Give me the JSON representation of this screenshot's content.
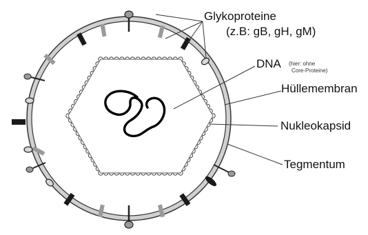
{
  "labels": {
    "glycoproteins": "Glykoproteine",
    "glycoproteins_examples": "(z.B: gB, gH, gM)",
    "dna": "DNA",
    "dna_note_line1": "(hier: ohne",
    "dna_note_line2": "Core-Proteine)",
    "envelope": "Hüllemembran",
    "nucleocapsid": "Nukleokapsid",
    "tegument": "Tegmentum"
  },
  "colors": {
    "membrane_fill": "#d0d0d0",
    "membrane_outline": "#333333",
    "capsid_fill": "#ffffff",
    "capsomere_outline": "#444444",
    "dna_strand": "#000000",
    "dark_protein": "#1a1a1a",
    "light_protein": "#9a9a9a",
    "leader_line": "#333333"
  }
}
